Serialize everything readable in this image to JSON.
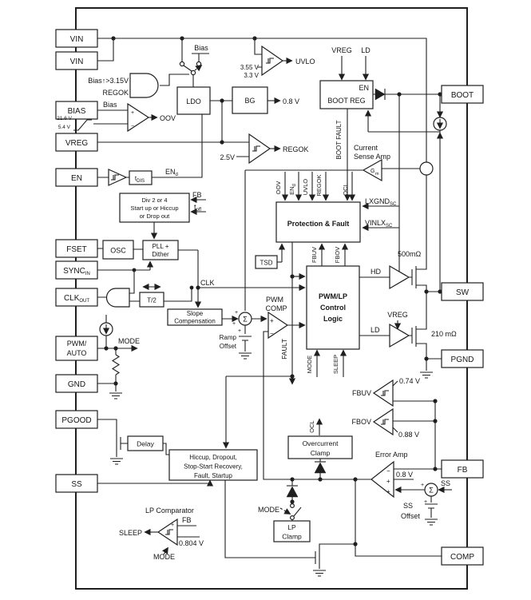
{
  "pins": {
    "left": [
      {
        "label": "VIN"
      },
      {
        "label": "VIN"
      },
      {
        "label": "BIAS"
      },
      {
        "label": "VREG"
      },
      {
        "label": "EN"
      },
      {
        "label": "FSET"
      },
      {
        "label": "SYNC",
        "sub": "IN"
      },
      {
        "label": "CLK",
        "sub": "OUT"
      },
      {
        "line1": "PWM/",
        "line2": "AUTO"
      },
      {
        "label": "GND"
      },
      {
        "label": "PGOOD"
      },
      {
        "label": "SS"
      }
    ],
    "right": [
      {
        "label": "BOOT"
      },
      {
        "label": "SW"
      },
      {
        "label": "PGND"
      },
      {
        "label": "FB"
      },
      {
        "label": "COMP"
      }
    ]
  },
  "blocks": {
    "ldo": "LDO",
    "bg": "BG",
    "boot_reg_en": "EN",
    "boot_reg": "BOOT REG",
    "protection": "Protection & Fault",
    "pwm_lp1": "PWM/LP",
    "pwm_lp2": "Control",
    "pwm_lp3": "Logic",
    "div1": "Div 2 or 4",
    "div2": "Start up or Hiccup",
    "div3": "or Drop out",
    "osc": "OSC",
    "pll1": "PLL +",
    "pll2": "Dither",
    "t_half": "T/2",
    "slope1": "Slope",
    "slope2": "Compensation",
    "tsd": "TSD",
    "delay": "Delay",
    "hic1": "Hiccup, Dropout,",
    "hic2": "Stop-Start Recovery,",
    "hic3": "Fault, Startup",
    "occ1": "Overcurrent",
    "occ2": "Clamp",
    "lpc1": "LP",
    "lpc2": "Clamp"
  },
  "net": {
    "bias": "Bias",
    "regok": "REGOK",
    "oov": "OOV",
    "uvlo": "UVLO",
    "ocl": "OCL",
    "mode": "MODE",
    "sleep": "SLEEP",
    "fb": "FB",
    "ss": "SS",
    "clk": "CLK",
    "vreg": "VREG",
    "ld": "LD",
    "hd": "HD",
    "fault": "FAULT",
    "en": "EN",
    "sub_d": "d",
    "fbuv": "FBUV",
    "fbov": "FBOV",
    "boot_fault": "BOOT FAULT",
    "lxgnd": "LXGND",
    "vinlx": "VINLX",
    "sub_sc": "SC"
  },
  "refs": {
    "bias_thresh": "Bias↑>3.15V",
    "v21_6": "21.6 V",
    "v5_4": "5.4 V",
    "v3_55": "3.55 V",
    "v3_3": "3.3 V",
    "v0_8": "0.8 V",
    "v2_5": "2.5V",
    "v0_74": "0.74 V",
    "v0_88": "0.88 V",
    "v0_804": "0.804 V",
    "r_hs": "500mΩ",
    "r_ls": "210 mΩ"
  },
  "labels": {
    "current": "Current",
    "sense_amp": "Sense Amp",
    "g": "G",
    "g_sub": "m",
    "t": "t",
    "toff_sub": "off",
    "tdis_sub": "DIS",
    "pwm": "PWM",
    "comp": "COMP",
    "ramp": "Ramp",
    "offset": "Offset",
    "error_amp": "Error Amp",
    "ss_off1": "SS",
    "ss_off2": "Offset",
    "lp_comparator": "LP Comparator",
    "sigma": "Σ",
    "plus": "+",
    "minus": "−"
  }
}
